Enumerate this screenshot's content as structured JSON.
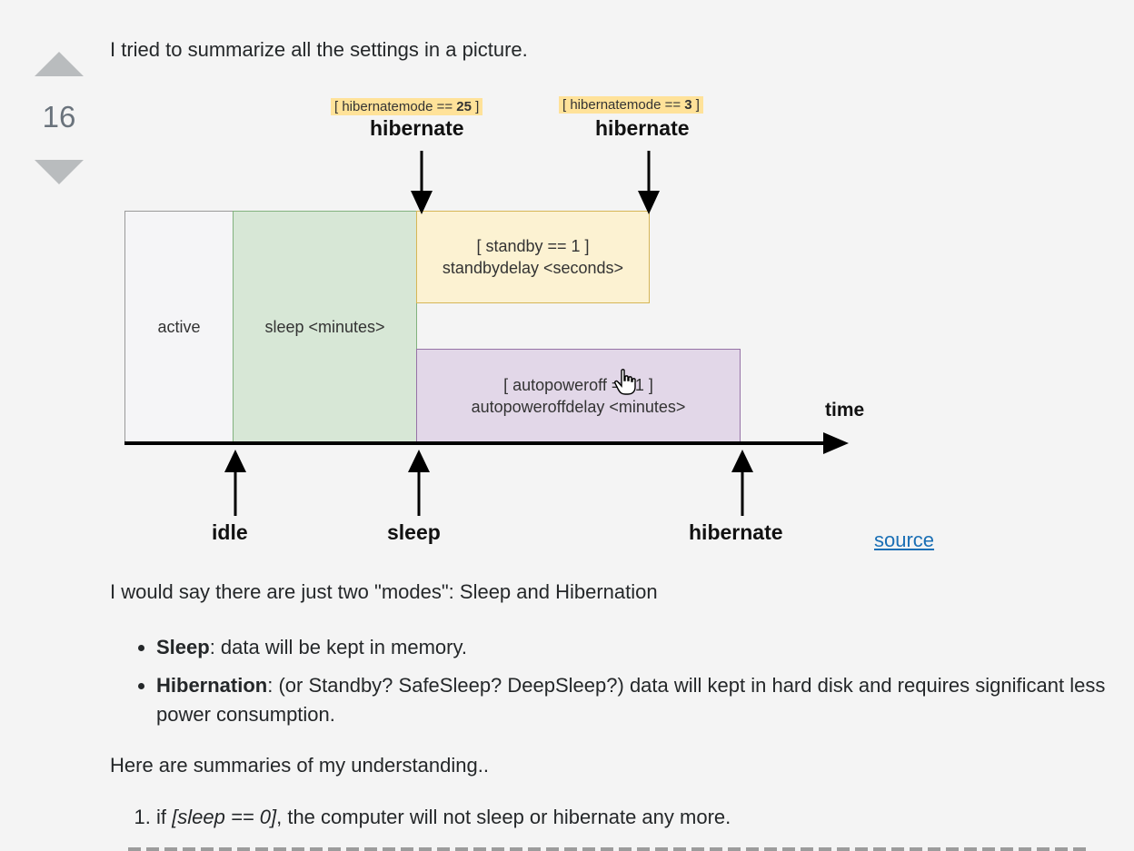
{
  "vote": {
    "count": "16"
  },
  "intro": "I tried to summarize all the settings in a picture.",
  "diagram": {
    "top_tags": [
      {
        "prefix": "[ hibernatemode == ",
        "value": "25",
        "suffix": " ]"
      },
      {
        "prefix": "[ hibernatemode == ",
        "value": "3",
        "suffix": " ]"
      }
    ],
    "top_labels": [
      "hibernate",
      "hibernate"
    ],
    "active": "active",
    "sleep": "sleep <minutes>",
    "standby_line1": "[ standby == 1 ]",
    "standby_line2": "standbydelay <seconds>",
    "apo_line1": "[ autopoweroff == 1 ]",
    "apo_line2": "autopoweroffdelay <minutes>",
    "axis_label": "time",
    "bottom_labels": [
      "idle",
      "sleep",
      "hibernate"
    ]
  },
  "source_link": "source",
  "modes_text": "I would say there are just two \"modes\": Sleep and Hibernation",
  "bullets": [
    {
      "term": "Sleep",
      "text": ": data will be kept in memory."
    },
    {
      "term": "Hibernation",
      "text": ": (or Standby? SafeSleep? DeepSleep?) data will kept in hard disk and requires significant less power consumption."
    }
  ],
  "summary_text": "Here are summaries of my understanding..",
  "numbered": [
    {
      "prefix": "if ",
      "em": "[sleep == 0]",
      "text": ", the computer will not sleep or hibernate any more."
    }
  ]
}
